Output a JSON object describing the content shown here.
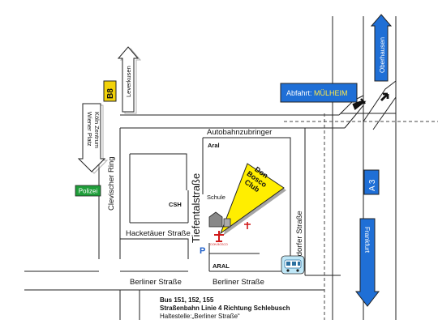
{
  "signs": {
    "b8": "B8",
    "leverkusen": "Leverkusen",
    "wiener_platz": "Wiener Platz",
    "koln_zentrum": "Köln Zentrum",
    "polizei": "Polizei",
    "abfahrt_prefix": "Abfahrt: ",
    "abfahrt_city": "MÜLHEIM",
    "oberhausen": "Oberhausen",
    "a3": "A 3",
    "frankfurt": "Frankfurt"
  },
  "streets": {
    "autobahnzubringer": "Autobahnzubringer",
    "clevischer_ring": "Clevischer Ring",
    "hacketauer_strasse": "Hacketäuer Straße",
    "tiefentalstrasse": "Tiefentalstraße",
    "rixdorfer_strasse": "Rixdorfer Straße",
    "berliner_strasse_left": "Berliner Straße",
    "berliner_strasse_right": "Berliner Straße"
  },
  "places": {
    "aral_top": "Aral",
    "aral_bottom": "ARAL",
    "csh": "CSH",
    "schule": "Schule",
    "don_bosco_line1": "Don",
    "don_bosco_line2": "Bosco",
    "don_bosco_line3": "Club",
    "parking": "P",
    "logo_caption": "DON BOSCO"
  },
  "transit": {
    "bus_lines": "Bus 151, 152, 155",
    "tram": "Straßenbahn Linie 4 Richtung Schlebusch",
    "stop": "Haltestelle:„Berliner Straße“"
  },
  "colors": {
    "sign_blue": "#1f6fd6",
    "polizei_green": "#1f9e3a",
    "b8_yellow": "#f2d20a",
    "don_bosco_yellow": "#ffee00",
    "logo_red": "#d01818",
    "parking_blue": "#1f5fc9"
  }
}
